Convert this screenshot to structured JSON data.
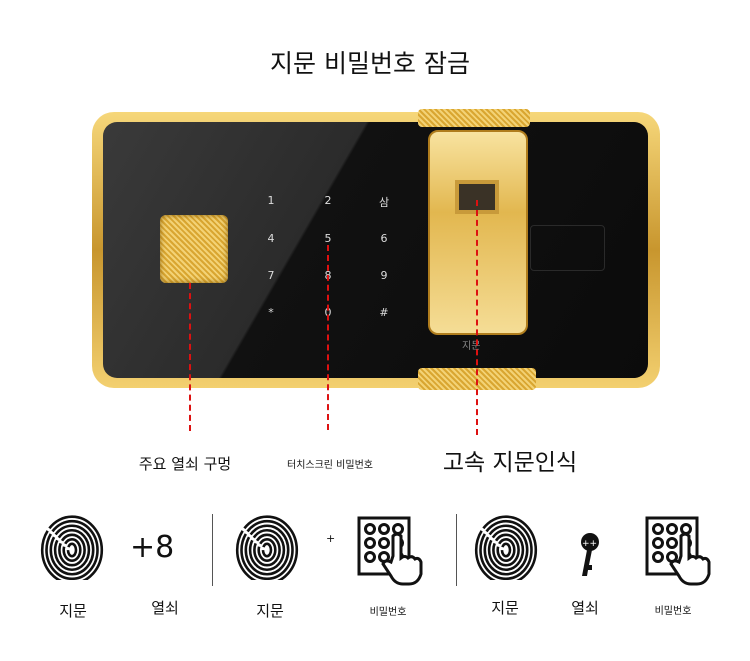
{
  "title": "지문 비밀번호 잠금",
  "keypad": [
    "1",
    "2",
    "삼",
    "4",
    "5",
    "6",
    "7",
    "8",
    "9",
    "*",
    "0",
    "#"
  ],
  "fingerprint_module_label": "지문",
  "callouts": {
    "keyhole": "주요 열쇠 구멍",
    "touchscreen": "터치스크린 비밀번호",
    "fingerprint": "고속 지문인식"
  },
  "modes": [
    {
      "icon": "fingerprint-icon",
      "label": "지문"
    },
    {
      "text": "+8",
      "label": "열쇠"
    },
    {
      "icon": "fingerprint-icon",
      "label": "지문"
    },
    {
      "text": "+",
      "icon": "keypad-hand-icon",
      "label": "비밀번호"
    },
    {
      "icon": "fingerprint-icon",
      "label": "지문"
    },
    {
      "icon": "key-icon",
      "label": "열쇠"
    },
    {
      "icon": "keypad-hand-icon",
      "label": "비밀번호"
    }
  ],
  "colors": {
    "gold": "#e2b74f",
    "callout": "#dd1111",
    "panel": "#111111"
  }
}
